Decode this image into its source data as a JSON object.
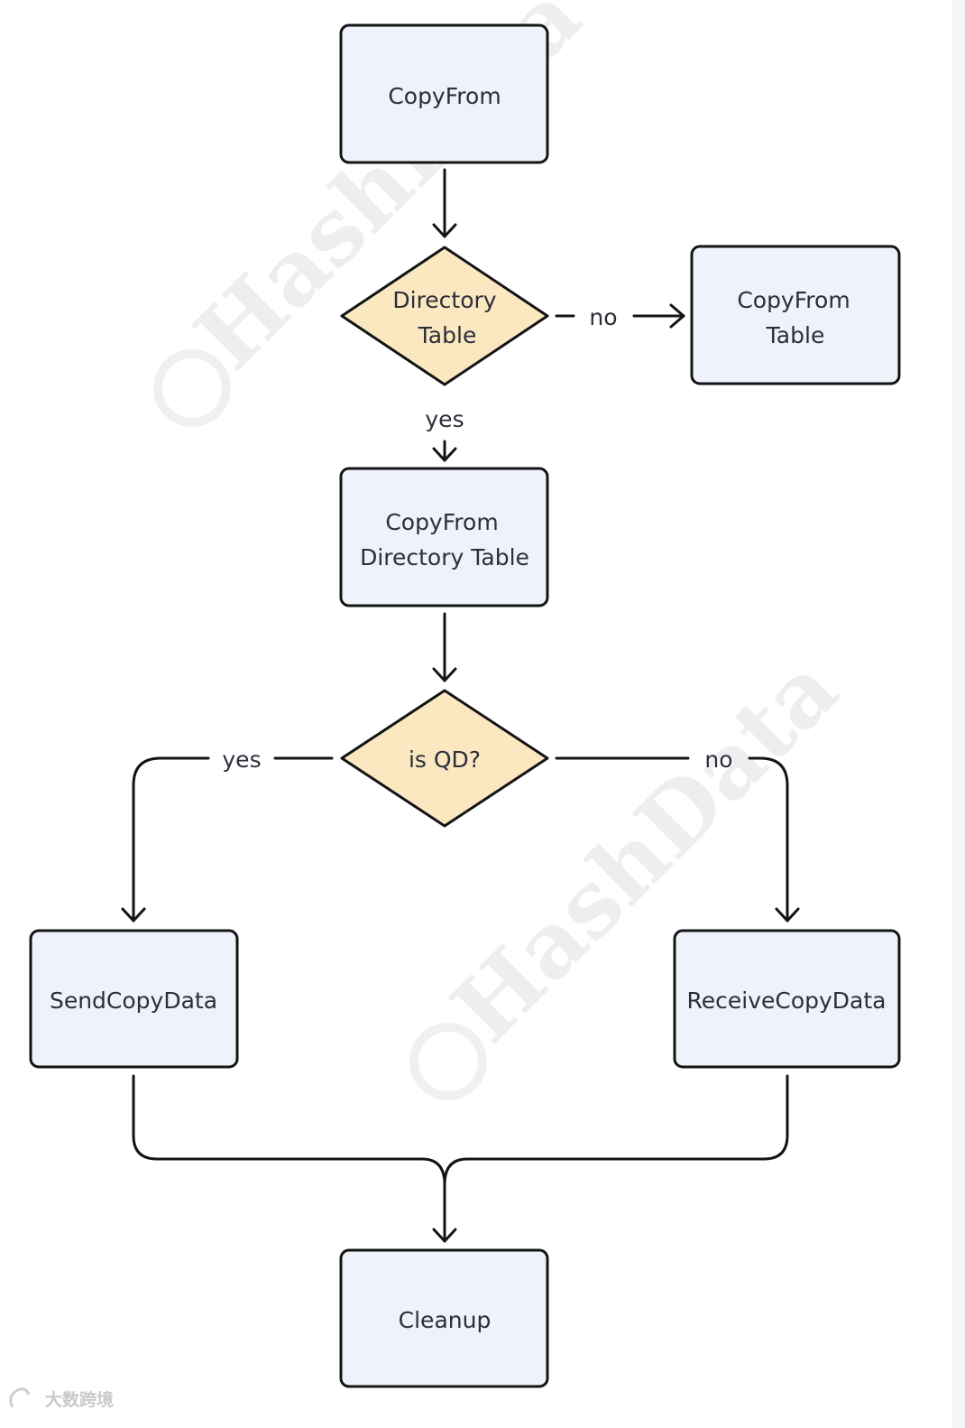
{
  "nodes": {
    "copyfrom": "CopyFrom",
    "directory_table_q": [
      "Directory",
      "Table"
    ],
    "copyfrom_table": [
      "CopyFrom",
      "Table"
    ],
    "copyfrom_directory_table": [
      "CopyFrom",
      "Directory Table"
    ],
    "is_qd": "is QD?",
    "send_copy_data": "SendCopyData",
    "receive_copy_data": "ReceiveCopyData",
    "cleanup": "Cleanup"
  },
  "edges": {
    "directory_no": "no",
    "directory_yes": "yes",
    "qd_yes": "yes",
    "qd_no": "no"
  },
  "watermark": "HashData",
  "corner_watermark": "大数跨境",
  "colors": {
    "process_fill": "#eef2fb",
    "decision_fill": "#fbe8c0",
    "stroke": "#141414"
  }
}
